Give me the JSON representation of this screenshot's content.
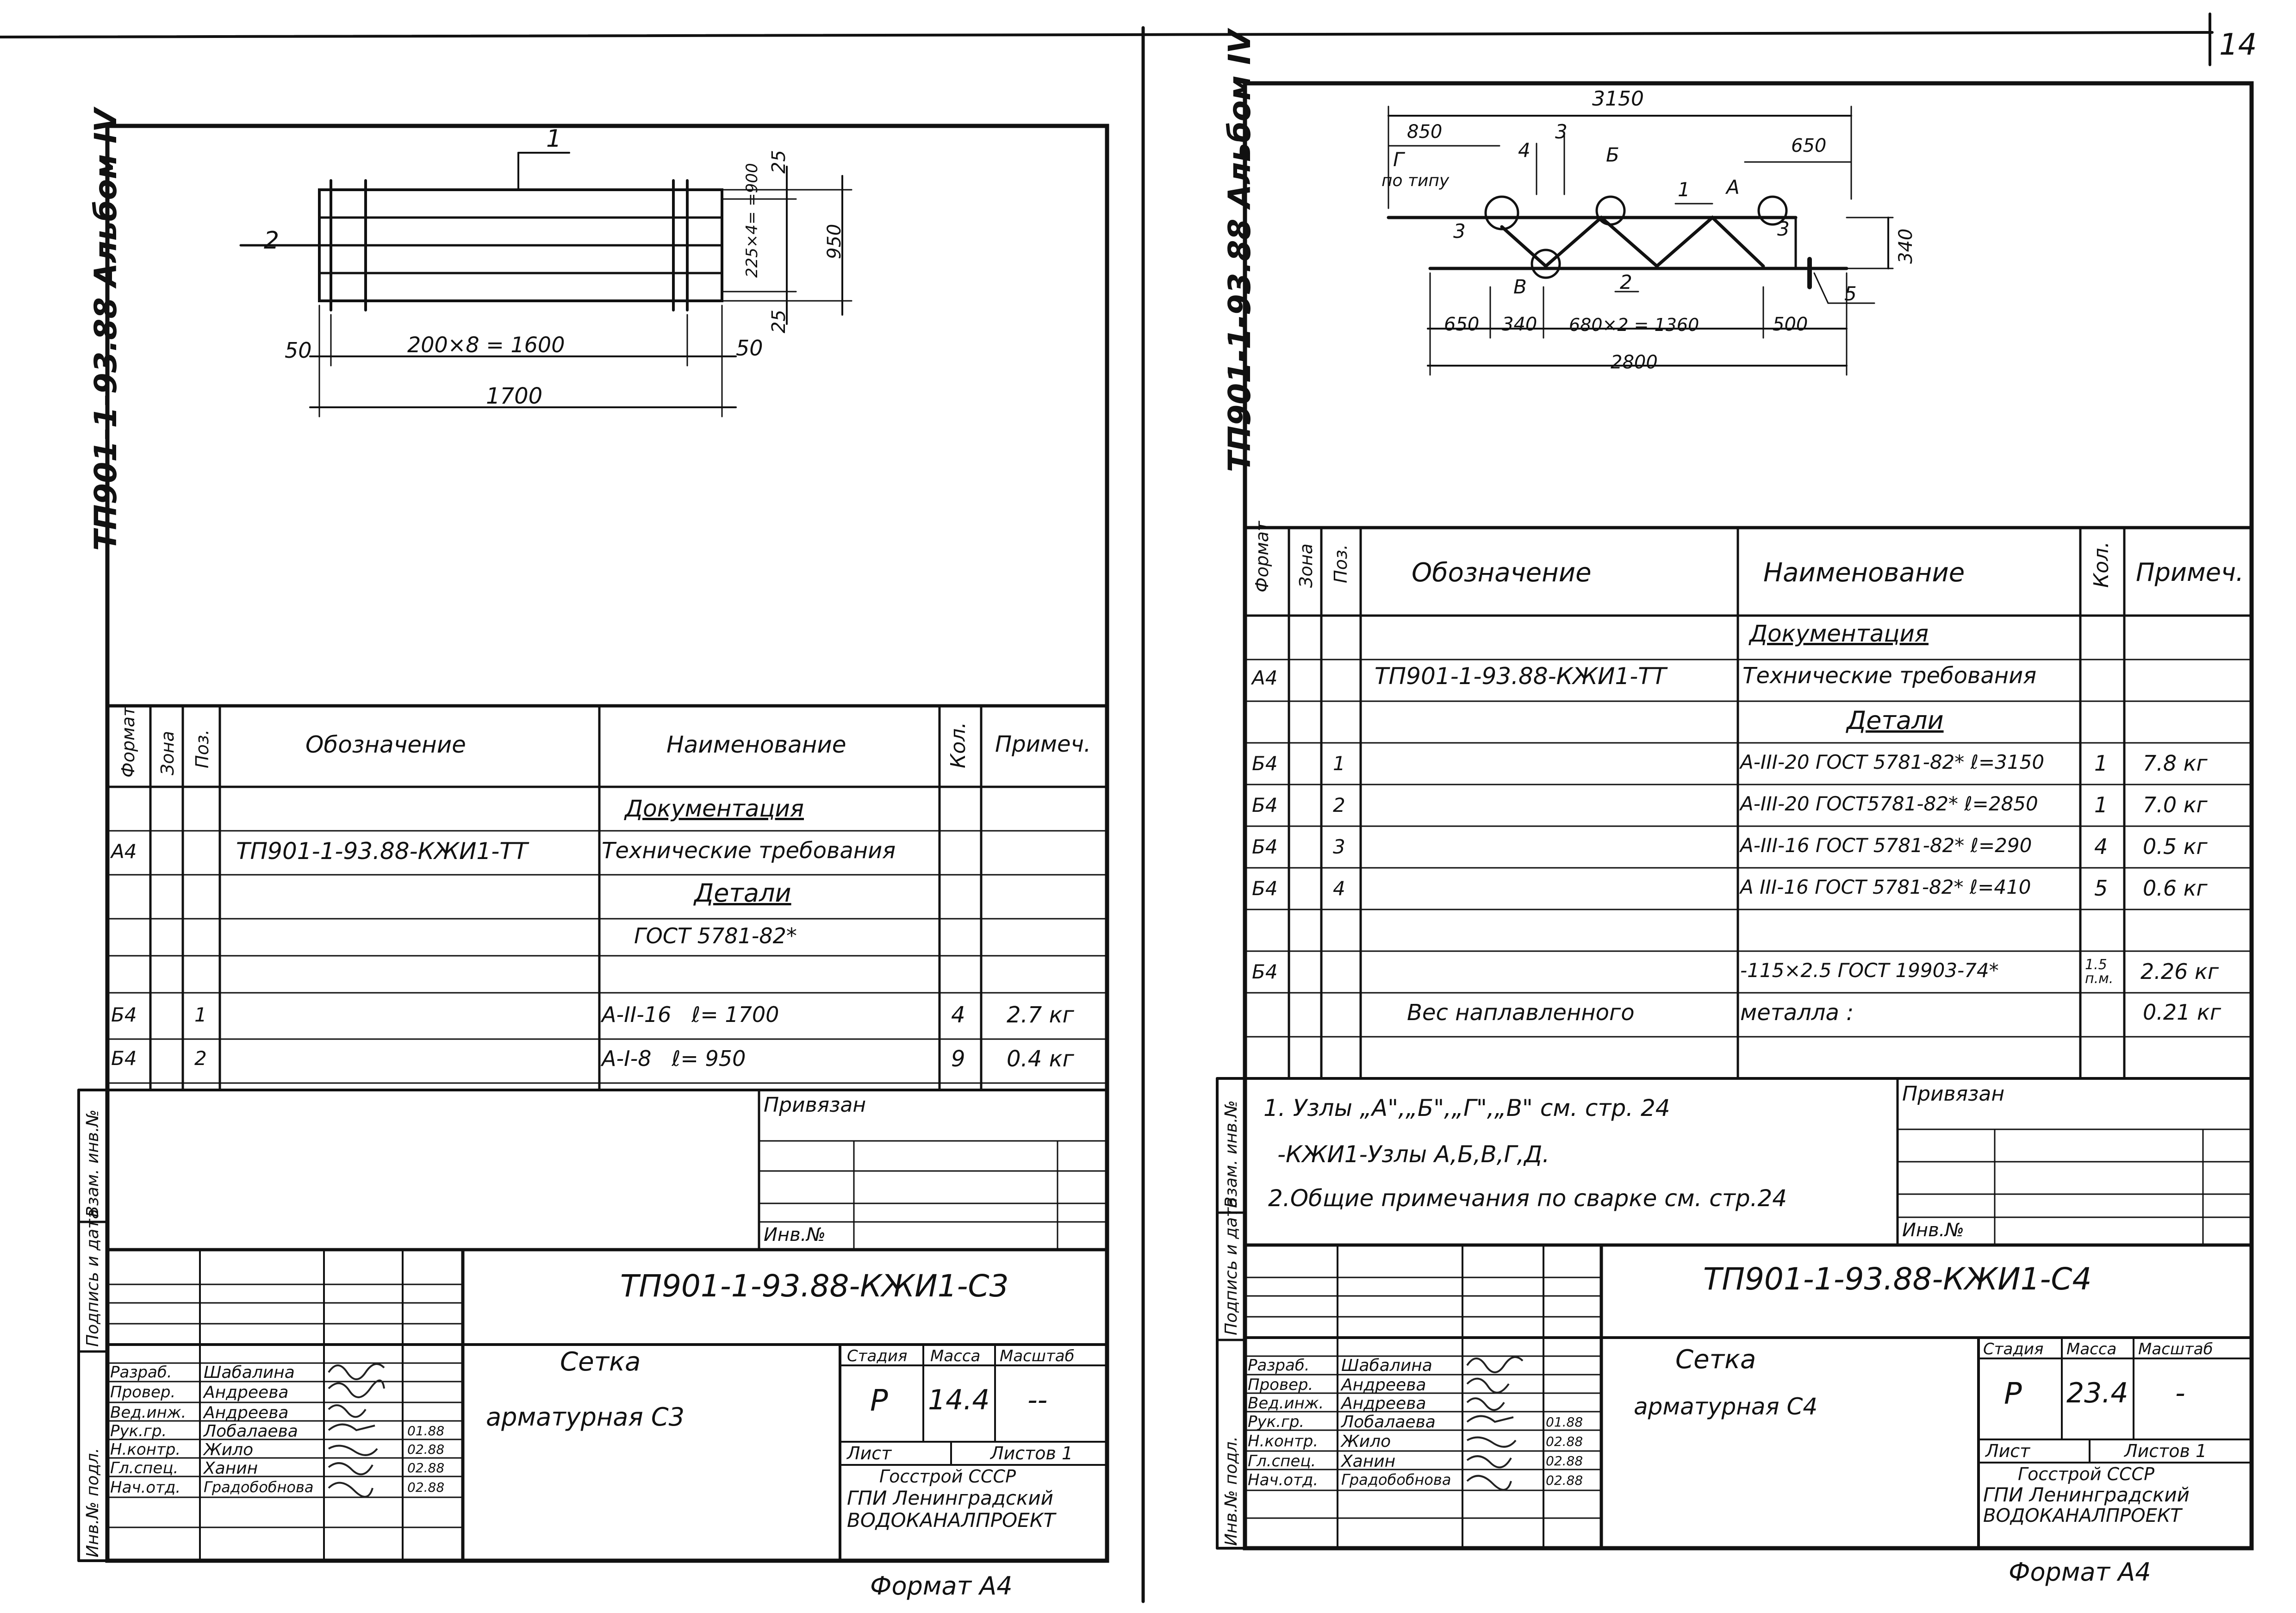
{
  "page_number": "14",
  "format_label": "Формат А4",
  "left_sheet": {
    "side_title": "ТП901-1-93.88 Альбом IV",
    "drawing": {
      "dims": {
        "width_total": "1700",
        "spacing": "200×8 = 1600",
        "end_left": "50",
        "end_right": "50",
        "height_total": "950",
        "inner": "225×4= =900",
        "top": "25",
        "bottom": "25",
        "pos1": "1",
        "pos2": "2"
      }
    },
    "spec": {
      "headers": {
        "format": "Формат",
        "zone": "Зона",
        "pos": "Поз.",
        "designation": "Обозначение",
        "name": "Наименование",
        "qty": "Кол.",
        "note": "Примеч."
      },
      "rows": [
        {
          "format": "",
          "zone": "",
          "pos": "",
          "designation": "",
          "name": "Документация",
          "qty": "",
          "note": ""
        },
        {
          "format": "А4",
          "zone": "",
          "pos": "",
          "designation": "ТП901-1-93.88-КЖИ1-ТТ",
          "name": "Технические требования",
          "qty": "",
          "note": ""
        },
        {
          "format": "",
          "zone": "",
          "pos": "",
          "designation": "",
          "name": "Детали",
          "qty": "",
          "note": ""
        },
        {
          "format": "",
          "zone": "",
          "pos": "",
          "designation": "",
          "name": "ГОСТ 5781-82*",
          "qty": "",
          "note": ""
        },
        {
          "format": "",
          "zone": "",
          "pos": "",
          "designation": "",
          "name": "",
          "qty": "",
          "note": ""
        },
        {
          "format": "Б4",
          "zone": "",
          "pos": "1",
          "designation": "",
          "name": "А-II-16   ℓ= 1700",
          "qty": "4",
          "note": "2.7 кг"
        },
        {
          "format": "Б4",
          "zone": "",
          "pos": "2",
          "designation": "",
          "name": "А-I-8   ℓ= 950",
          "qty": "9",
          "note": "0.4 кг"
        },
        {
          "format": "",
          "zone": "",
          "pos": "",
          "designation": "",
          "name": "",
          "qty": "",
          "note": ""
        }
      ]
    },
    "privyazan": "Привязан",
    "inv_no": "Инв.№",
    "stamp_side": [
      "Инв.№ подл.",
      "Подпись и дата",
      "Взам. инв.№"
    ],
    "title_block": {
      "doc_code": "ТП901-1-93.88-КЖИ1-С3",
      "item_name_line1": "Сетка",
      "item_name_line2": "арматурная С3",
      "stage_label": "Стадия",
      "mass_label": "Масса",
      "scale_label": "Масштаб",
      "stage": "Р",
      "mass": "14.4",
      "scale": "--",
      "sheet_label": "Лист",
      "sheets_label": "Листов 1",
      "org_line1": "Госстрой СССР",
      "org_line2": "ГПИ Ленинградский",
      "org_line3": "ВОДОКАНАЛПРОЕКТ",
      "people": [
        {
          "role": "Разраб.",
          "name": "Шабалина",
          "date": ""
        },
        {
          "role": "Провер.",
          "name": "Андреева",
          "date": ""
        },
        {
          "role": "Вед.инж.",
          "name": "Андреева",
          "date": ""
        },
        {
          "role": "Рук.гр.",
          "name": "Лобалаева",
          "date": "01.88"
        },
        {
          "role": "Н.контр.",
          "name": "Жило",
          "date": "02.88"
        },
        {
          "role": "Гл.спец.",
          "name": "Ханин",
          "date": "02.88"
        },
        {
          "role": "Нач.отд.",
          "name": "Градобобнова",
          "date": "02.88"
        }
      ]
    }
  },
  "right_sheet": {
    "side_title": "ТП901-1-93.88 Альбом IV",
    "drawing": {
      "dims": {
        "top_total": "3150",
        "top_left": "850",
        "top_right": "650",
        "height": "340",
        "b1": "650",
        "b2": "340",
        "b3": "680×2 = 1360",
        "b4": "500",
        "bottom_total": "2800",
        "node_G": "Г",
        "po_tipu": "по типу",
        "node_B": "Б",
        "node_A": "А",
        "node_V": "В",
        "p1": "1",
        "p2": "2",
        "p3": "3",
        "p4": "4",
        "p5": "5"
      }
    },
    "spec": {
      "headers": {
        "format": "Формат",
        "zone": "Зона",
        "pos": "Поз.",
        "designation": "Обозначение",
        "name": "Наименование",
        "qty": "Кол.",
        "note": "Примеч."
      },
      "rows": [
        {
          "format": "",
          "zone": "",
          "pos": "",
          "designation": "",
          "name": "Документация",
          "qty": "",
          "note": ""
        },
        {
          "format": "А4",
          "zone": "",
          "pos": "",
          "designation": "ТП901-1-93.88-КЖИ1-ТТ",
          "name": "Технические требования",
          "qty": "",
          "note": ""
        },
        {
          "format": "",
          "zone": "",
          "pos": "",
          "designation": "",
          "name": "Детали",
          "qty": "",
          "note": ""
        },
        {
          "format": "Б4",
          "zone": "",
          "pos": "1",
          "designation": "",
          "name": "А-III-20 ГОСТ 5781-82* ℓ=3150",
          "qty": "1",
          "note": "7.8 кг"
        },
        {
          "format": "Б4",
          "zone": "",
          "pos": "2",
          "designation": "",
          "name": "А-III-20 ГОСТ5781-82* ℓ=2850",
          "qty": "1",
          "note": "7.0 кг"
        },
        {
          "format": "Б4",
          "zone": "",
          "pos": "3",
          "designation": "",
          "name": "А-III-16 ГОСТ 5781-82* ℓ=290",
          "qty": "4",
          "note": "0.5 кг"
        },
        {
          "format": "Б4",
          "zone": "",
          "pos": "4",
          "designation": "",
          "name": "А III-16 ГОСТ 5781-82* ℓ=410",
          "qty": "5",
          "note": "0.6 кг"
        },
        {
          "format": "",
          "zone": "",
          "pos": "",
          "designation": "",
          "name": "",
          "qty": "",
          "note": ""
        },
        {
          "format": "Б4",
          "zone": "",
          "pos": "",
          "designation": "",
          "name": "-115×2.5 ГОСТ 19903-74*",
          "qty": "1.5 п.м.",
          "note": "2.26 кг"
        },
        {
          "format": "",
          "zone": "",
          "pos": "",
          "designation": "Вес наплавленного",
          "name": "металла :",
          "qty": "",
          "note": "0.21 кг"
        },
        {
          "format": "",
          "zone": "",
          "pos": "",
          "designation": "",
          "name": "",
          "qty": "",
          "note": ""
        }
      ]
    },
    "notes": [
      "1. Узлы „А\",„Б\",„Г\",„В\" см. стр. 24",
      "-КЖИ1-Узлы А,Б,В,Г,Д.",
      "2.Общие примечания по сварке см. стр.24"
    ],
    "privyazan": "Привязан",
    "inv_no": "Инв.№",
    "stamp_side": [
      "Инв.№ подл.",
      "Подпись и дата",
      "Взам. инв.№"
    ],
    "title_block": {
      "doc_code": "ТП901-1-93.88-КЖИ1-С4",
      "item_name_line1": "Сетка",
      "item_name_line2": "арматурная С4",
      "stage_label": "Стадия",
      "mass_label": "Масса",
      "scale_label": "Масштаб",
      "stage": "Р",
      "mass": "23.4",
      "scale": "-",
      "sheet_label": "Лист",
      "sheets_label": "Листов 1",
      "org_line1": "Госстрой СССР",
      "org_line2": "ГПИ Ленинградский",
      "org_line3": "ВОДОКАНАЛПРОЕКТ",
      "people": [
        {
          "role": "Разраб.",
          "name": "Шабалина",
          "date": ""
        },
        {
          "role": "Провер.",
          "name": "Андреева",
          "date": ""
        },
        {
          "role": "Вед.инж.",
          "name": "Андреева",
          "date": ""
        },
        {
          "role": "Рук.гр.",
          "name": "Лобалаева",
          "date": "01.88"
        },
        {
          "role": "Н.контр.",
          "name": "Жило",
          "date": "02.88"
        },
        {
          "role": "Гл.спец.",
          "name": "Ханин",
          "date": "02.88"
        },
        {
          "role": "Нач.отд.",
          "name": "Градобобнова",
          "date": "02.88"
        }
      ]
    }
  }
}
